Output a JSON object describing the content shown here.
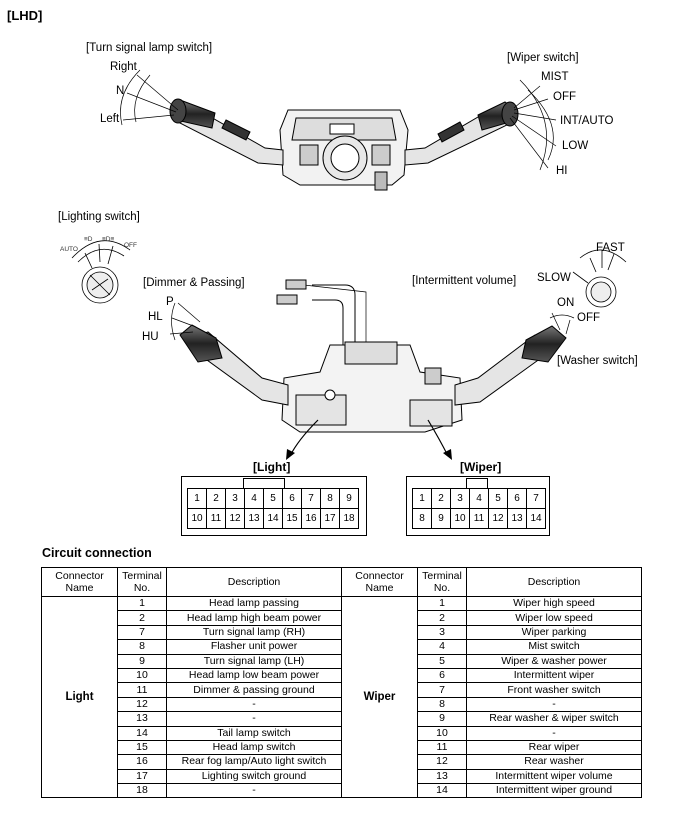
{
  "header": {
    "title": "[LHD]"
  },
  "top": {
    "turn_signal_title": "[Turn signal lamp switch]",
    "turn_positions": [
      "Right",
      "N",
      "Left"
    ],
    "wiper_title": "[Wiper switch]",
    "wiper_positions": [
      "MIST",
      "OFF",
      "INT/AUTO",
      "LOW",
      "HI"
    ]
  },
  "middle": {
    "lighting_title": "[Lighting switch]",
    "lighting_positions": [
      "AUTO",
      "≡D",
      "≡D≡",
      "OFF"
    ],
    "dimmer_title": "[Dimmer & Passing]",
    "dimmer_positions": [
      "P",
      "HL",
      "HU"
    ],
    "intermittent_title": "[Intermittent volume]",
    "intermittent_positions": [
      "FAST",
      "SLOW"
    ],
    "washer_title": "[Washer switch]",
    "washer_positions": [
      "ON",
      "OFF"
    ]
  },
  "connectors": {
    "light_label": "[Light]",
    "light_row1": [
      "1",
      "2",
      "3",
      "4",
      "5",
      "6",
      "7",
      "8",
      "9"
    ],
    "light_row2": [
      "10",
      "11",
      "12",
      "13",
      "14",
      "15",
      "16",
      "17",
      "18"
    ],
    "wiper_label": "[Wiper]",
    "wiper_row1": [
      "1",
      "2",
      "3",
      "4",
      "5",
      "6",
      "7"
    ],
    "wiper_row2": [
      "8",
      "9",
      "10",
      "11",
      "12",
      "13",
      "14"
    ]
  },
  "circuit": {
    "title": "Circuit connection",
    "headers": [
      "Connector\nName",
      "Terminal\nNo.",
      "Description",
      "Connector\nName",
      "Terminal\nNo.",
      "Description"
    ],
    "light_name": "Light",
    "wiper_name": "Wiper",
    "light_rows": [
      {
        "no": "1",
        "desc": "Head lamp passing"
      },
      {
        "no": "2",
        "desc": "Head lamp high beam power"
      },
      {
        "no": "7",
        "desc": "Turn signal lamp (RH)"
      },
      {
        "no": "8",
        "desc": "Flasher unit power"
      },
      {
        "no": "9",
        "desc": "Turn signal lamp (LH)"
      },
      {
        "no": "10",
        "desc": "Head lamp low beam power"
      },
      {
        "no": "11",
        "desc": "Dimmer & passing ground"
      },
      {
        "no": "12",
        "desc": "-"
      },
      {
        "no": "13",
        "desc": "-"
      },
      {
        "no": "14",
        "desc": "Tail lamp switch"
      },
      {
        "no": "15",
        "desc": "Head lamp switch"
      },
      {
        "no": "16",
        "desc": "Rear fog lamp/Auto light switch"
      },
      {
        "no": "17",
        "desc": "Lighting switch ground"
      },
      {
        "no": "18",
        "desc": "-"
      }
    ],
    "wiper_rows": [
      {
        "no": "1",
        "desc": "Wiper high speed"
      },
      {
        "no": "2",
        "desc": "Wiper low speed"
      },
      {
        "no": "3",
        "desc": "Wiper parking"
      },
      {
        "no": "4",
        "desc": "Mist switch"
      },
      {
        "no": "5",
        "desc": "Wiper & washer power"
      },
      {
        "no": "6",
        "desc": "Intermittent wiper"
      },
      {
        "no": "7",
        "desc": "Front washer switch"
      },
      {
        "no": "8",
        "desc": "-"
      },
      {
        "no": "9",
        "desc": "Rear washer & wiper switch"
      },
      {
        "no": "10",
        "desc": "-"
      },
      {
        "no": "11",
        "desc": "Rear wiper"
      },
      {
        "no": "12",
        "desc": "Rear washer"
      },
      {
        "no": "13",
        "desc": "Intermittent wiper volume"
      },
      {
        "no": "14",
        "desc": "Intermittent wiper ground"
      }
    ]
  }
}
